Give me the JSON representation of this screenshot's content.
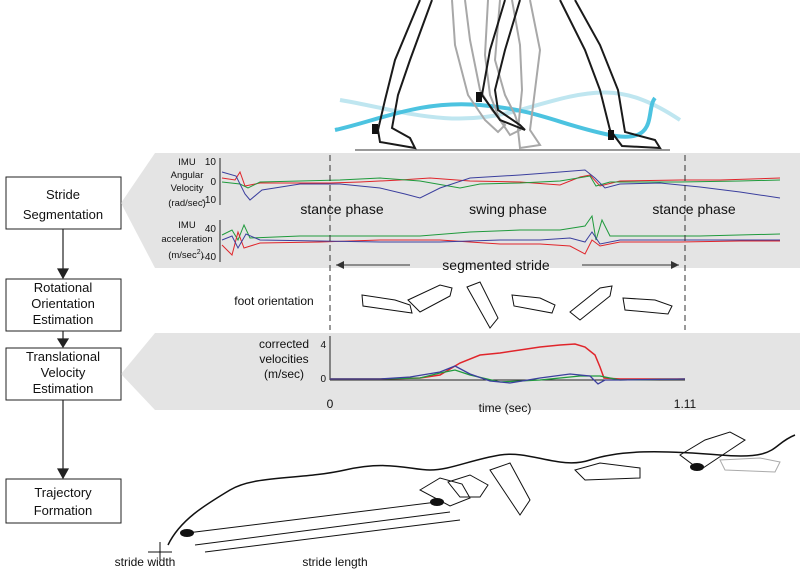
{
  "steps": [
    {
      "label_lines": [
        "Stride",
        "Segmentation"
      ]
    },
    {
      "label_lines": [
        "Rotational",
        "Orientation",
        "Estimation"
      ]
    },
    {
      "label_lines": [
        "Translational",
        "Velocity",
        "Estimation"
      ]
    },
    {
      "label_lines": [
        "Trajectory",
        "Formation"
      ]
    }
  ],
  "panels": {
    "angular_velocity": {
      "label_lines": [
        "IMU",
        "Angular",
        "Velocity",
        "(rad/sec)"
      ],
      "ticks": [
        "10",
        "0",
        "-10"
      ]
    },
    "acceleration": {
      "label_lines": [
        "IMU",
        "acceleration"
      ],
      "unit_main": "(m/sec",
      "unit_sup": "2",
      "unit_end": ")",
      "ticks": [
        "40",
        "-40"
      ]
    },
    "phases": [
      "stance phase",
      "swing phase",
      "stance phase"
    ],
    "segmented_stride": "segmented stride",
    "foot_orientation": "foot orientation",
    "velocity": {
      "label_lines": [
        "corrected",
        "velocities",
        "(m/sec)"
      ],
      "ticks": [
        "4",
        "0"
      ],
      "x_start": "0",
      "x_end": "1.11",
      "x_axis_label": "time (sec)"
    }
  },
  "trajectory": {
    "stride_width": "stride width",
    "stride_length": "stride length"
  },
  "colors": {
    "red": "#e0252b",
    "green": "#1f9a3c",
    "blue": "#3b3f9e",
    "panel_bg": "#e4e4e4",
    "cyan": "#4cc3e0",
    "cyan_light": "#bfe6f0"
  }
}
